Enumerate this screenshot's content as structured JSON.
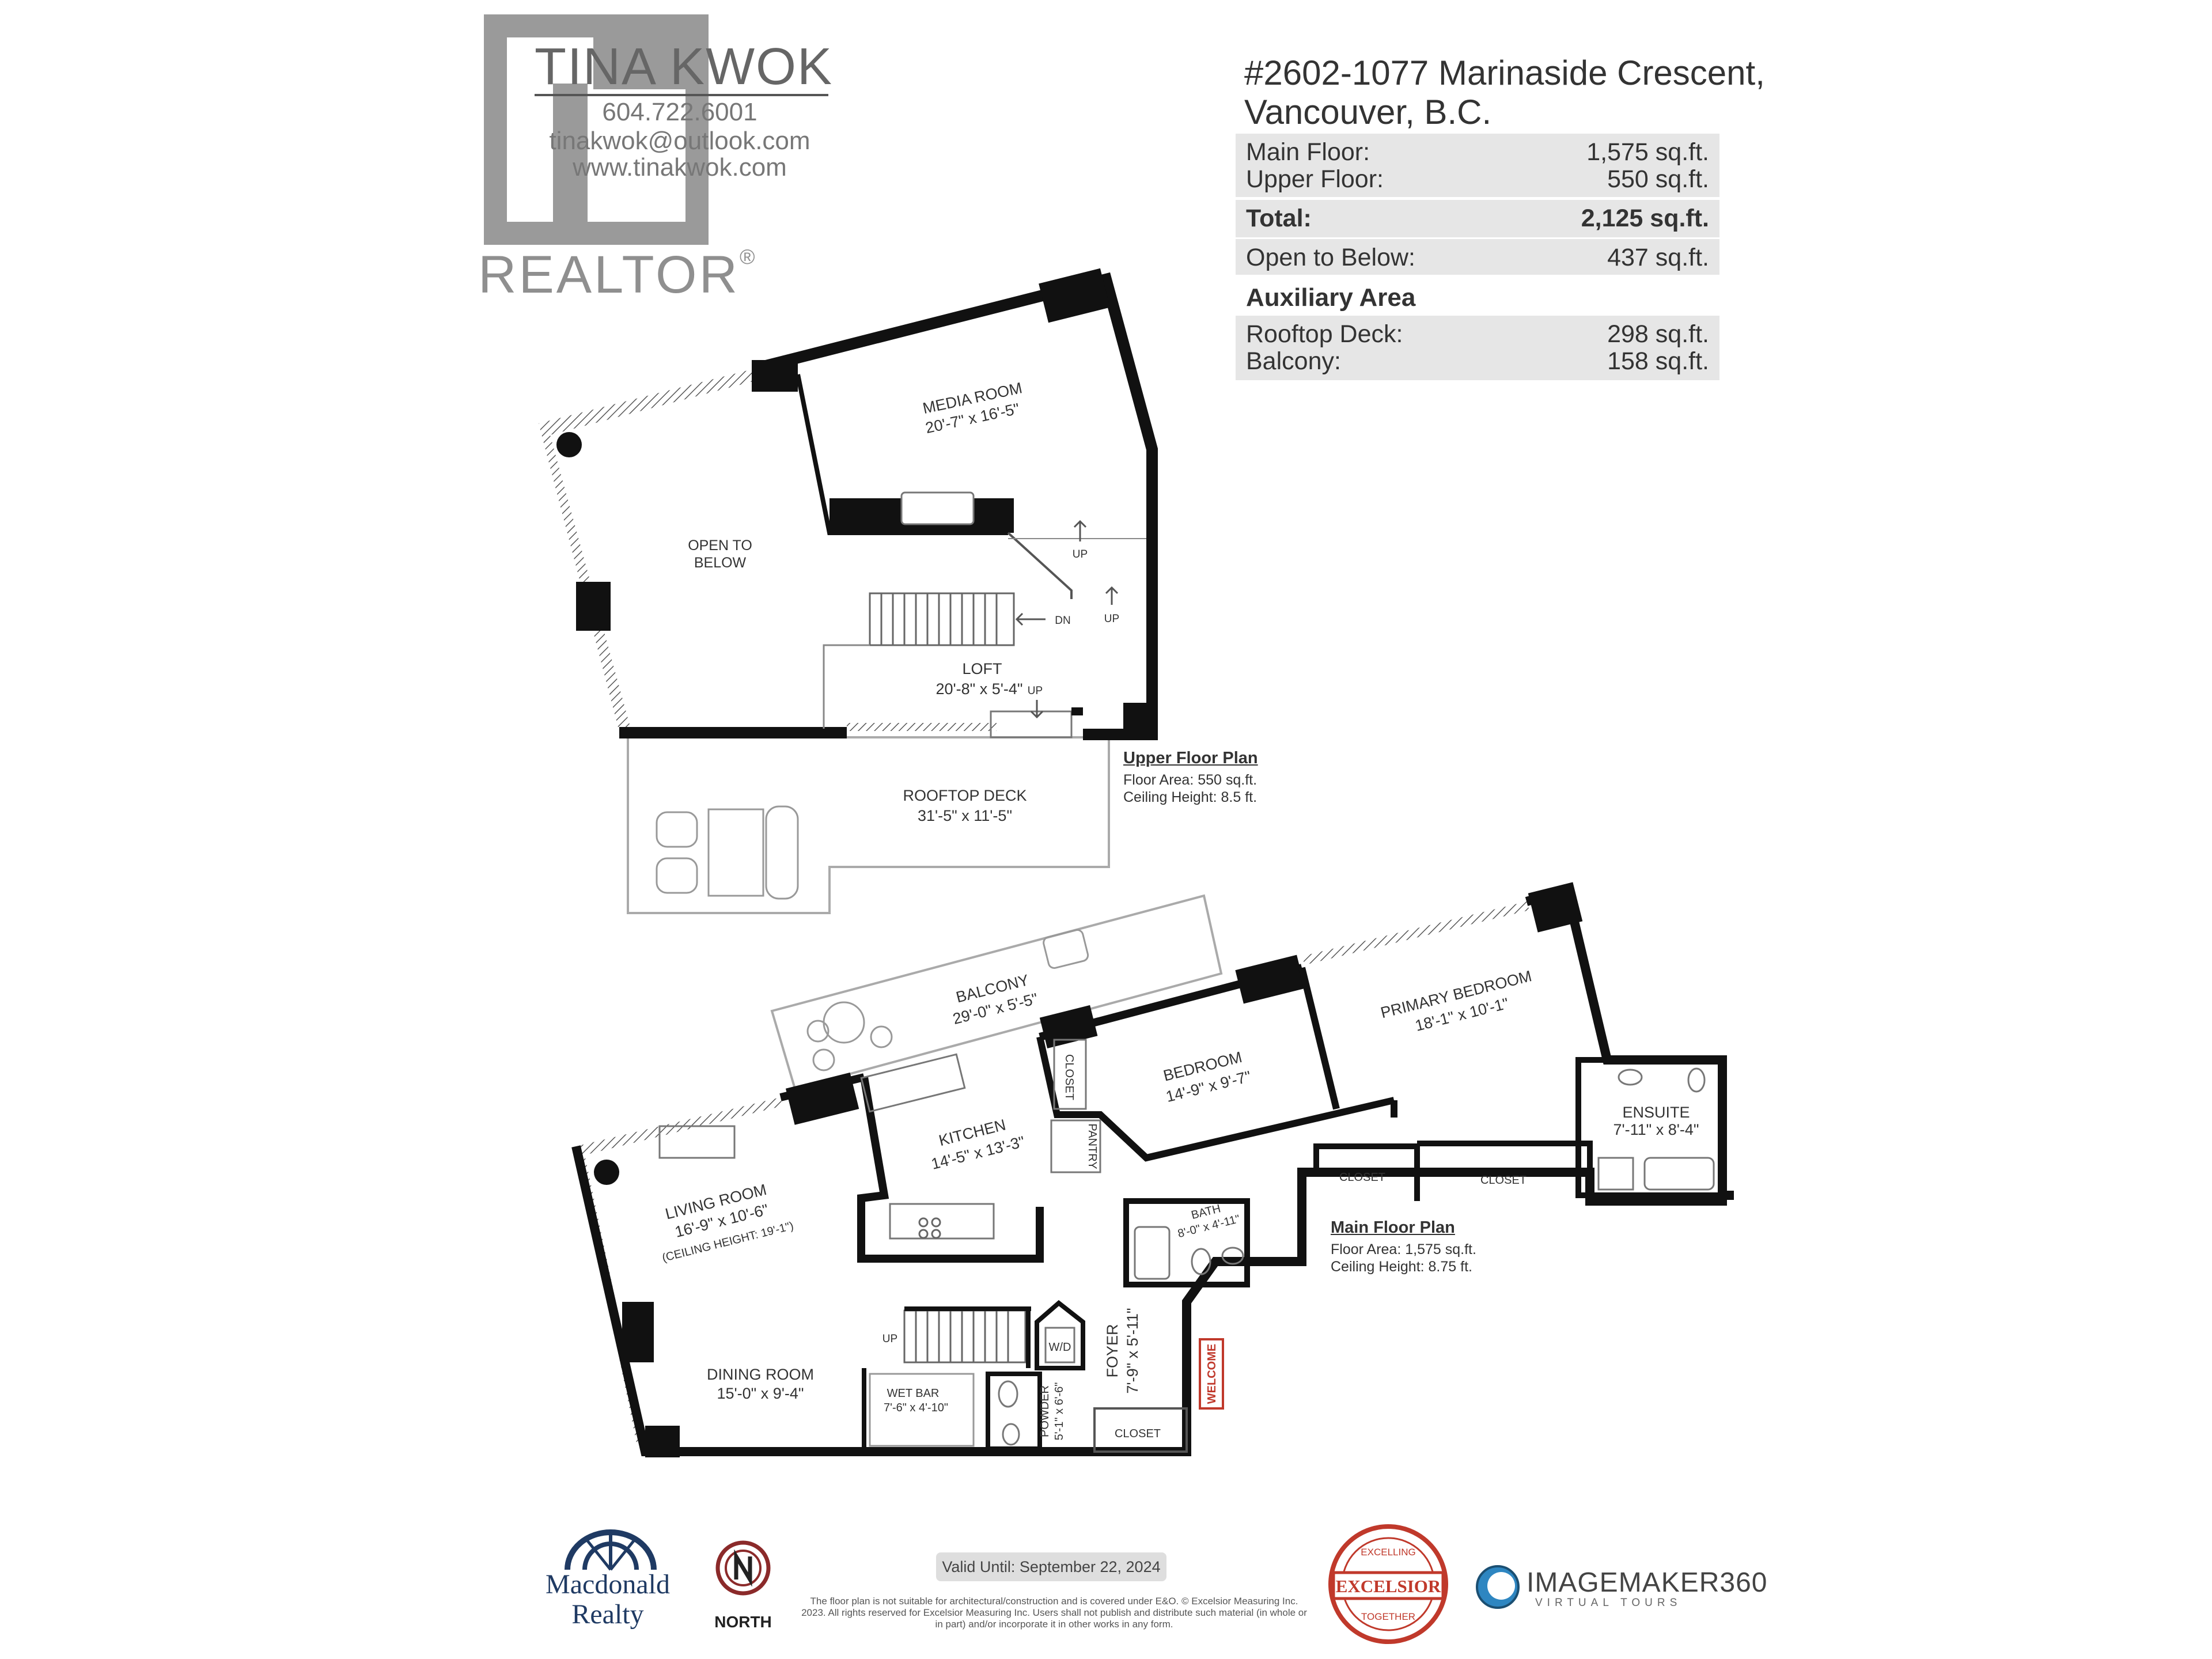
{
  "agent": {
    "name": "TINA KWOK",
    "phone": "604.722.6001",
    "email": "tinakwok@outlook.com",
    "website": "www.tinakwok.com",
    "realtor_mark": "REALTOR",
    "realtor_registered": "®"
  },
  "property": {
    "address_line1": "#2602-1077 Marinaside Crescent,",
    "address_line2": "Vancouver, B.C."
  },
  "areas": {
    "main_floor_label": "Main Floor:",
    "main_floor_value": "1,575 sq.ft.",
    "upper_floor_label": "Upper Floor:",
    "upper_floor_value": "550 sq.ft.",
    "total_label": "Total:",
    "total_value": "2,125 sq.ft.",
    "open_below_label": "Open to Below:",
    "open_below_value": "437 sq.ft.",
    "auxiliary_title": "Auxiliary Area",
    "rooftop_label": "Rooftop Deck:",
    "rooftop_value": "298 sq.ft.",
    "balcony_label": "Balcony:",
    "balcony_value": "158 sq.ft."
  },
  "upper_floor": {
    "title": "Upper Floor Plan",
    "area": "Floor Area: 550 sq.ft.",
    "ceiling": "Ceiling Height: 8.5 ft.",
    "rooms": {
      "media_name": "MEDIA ROOM",
      "media_dim": "20'-7\" x 16'-5\"",
      "open_line1": "OPEN TO",
      "open_line2": "BELOW",
      "loft_name": "LOFT",
      "loft_dim": "20'-8\" x  5'-4\"",
      "rooftop_name": "ROOFTOP DECK",
      "rooftop_dim": "31'-5\"  x  11'-5\""
    },
    "stairs": {
      "up1": "UP",
      "up2": "UP",
      "dn": "DN",
      "up3": "UP"
    }
  },
  "main_floor": {
    "title": "Main Floor Plan",
    "area": "Floor Area: 1,575 sq.ft.",
    "ceiling": "Ceiling Height: 8.75 ft.",
    "rooms": {
      "balcony_name": "BALCONY",
      "balcony_dim": "29'-0\"  x  5'-5\"",
      "primary_name": "PRIMARY BEDROOM",
      "primary_dim": "18'-1\"  x  10'-1\"",
      "bedroom_name": "BEDROOM",
      "bedroom_dim": "14'-9\"  x  9'-7\"",
      "kitchen_name": "KITCHEN",
      "kitchen_dim": "14'-5\"  x  13'-3\"",
      "living_name": "LIVING ROOM",
      "living_dim": "16'-9\"  x  10'-6\"",
      "living_note": "(CEILING HEIGHT: 19'-1\")",
      "dining_name": "DINING ROOM",
      "dining_dim": "15'-0\"  x  9'-4\"",
      "wetbar_name": "WET BAR",
      "wetbar_dim": "7'-6\" x 4'-10\"",
      "powder_name": "POWDER",
      "powder_dim": "5'-1\" x 6'-6\"",
      "foyer_name": "FOYER",
      "foyer_dim": "7'-9\" x 5'-11\"",
      "ensuite_name": "ENSUITE",
      "ensuite_dim": "7'-11\"  x  8'-4\"",
      "bath_name": "BATH",
      "bath_dim": "8'-0\" x 4'-11\"",
      "closet": "CLOSET",
      "pantry": "PANTRY",
      "wd": "W/D",
      "welcome": "WELCOME",
      "up": "UP"
    }
  },
  "footer": {
    "valid": "Valid Until: September 22, 2024",
    "disclaimer": "The floor plan is not suitable for architectural/construction and is covered under E&O. © Excelsior Measuring Inc. 2023. All rights reserved for Excelsior Measuring Inc. Users shall not publish and distribute such material (in whole or in part) and/or incorporate it in other works in any form.",
    "macdonald_line1": "Macdonald",
    "macdonald_line2": "Realty",
    "north": "NORTH",
    "excelsior": "EXCELSIOR",
    "excelsior_top": "EXCELLING",
    "excelsior_bottom": "TOGETHER",
    "imagemaker": "IMAGEMAKER360",
    "imagemaker_sub": "VIRTUAL TOURS"
  },
  "colors": {
    "wall": "#111111",
    "box": "#e6e6e6",
    "realtor_grey": "#8f8f8f",
    "macdonald_blue": "#1f3a63",
    "excelsior_red": "#c0392b"
  }
}
